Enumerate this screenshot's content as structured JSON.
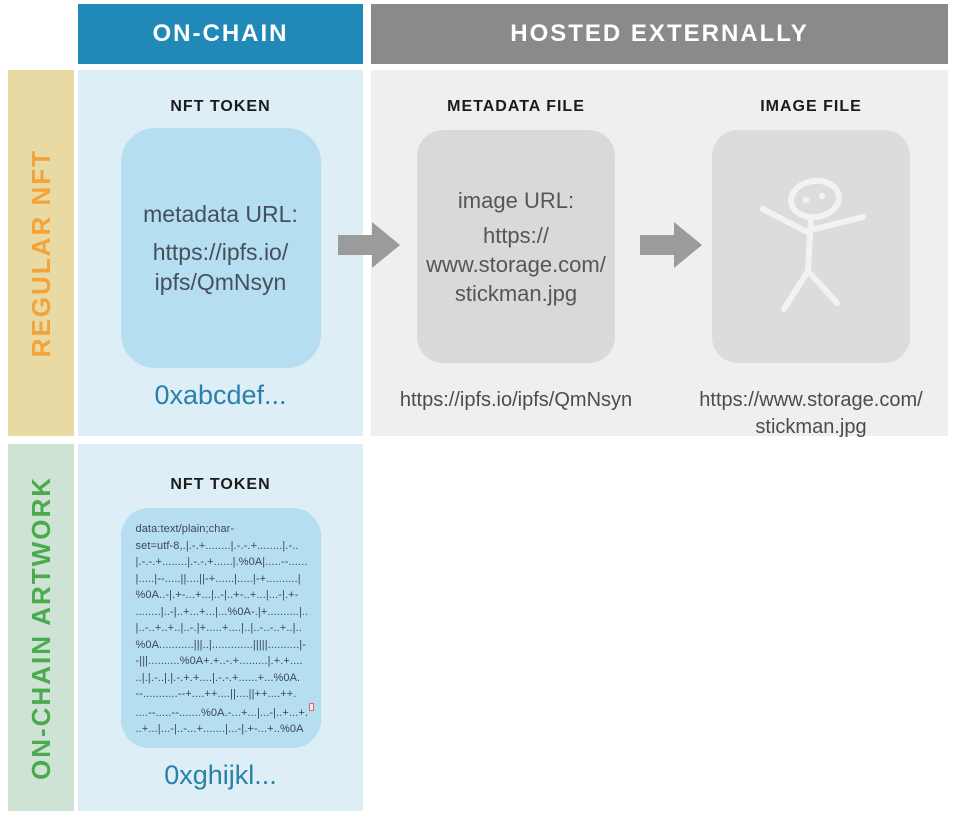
{
  "header": {
    "on_chain_label": "ON-CHAIN",
    "hosted_label": "HOSTED EXTERNALLY"
  },
  "regular_row": {
    "side_label": "REGULAR NFT",
    "token": {
      "heading": "NFT TOKEN",
      "field_label": "metadata URL:",
      "url_line1": "https://ipfs.io/",
      "url_line2": "ipfs/QmNsyn",
      "address": "0xabcdef..."
    },
    "metadata": {
      "heading": "METADATA FILE",
      "field_label": "image URL:",
      "url_line1": "https://",
      "url_line2": "www.storage.com/",
      "url_line3": "stickman.jpg",
      "caption": "https://ipfs.io/ipfs/QmNsyn"
    },
    "image": {
      "heading": "IMAGE FILE",
      "image_name": "stickman drawing",
      "caption_line1": "https://www.storage.com/",
      "caption_line2": "stickman.jpg"
    }
  },
  "onchain_row": {
    "side_label": "ON-CHAIN ARTWORK",
    "token": {
      "heading": "NFT TOKEN",
      "data_lines": [
        "data:text/plain;char-",
        "set=utf-8,.|.-.+........|.-.-.+........|.-..",
        "|.-.-.+........|.-.-.+......|.%0A|.....--......",
        "|.....|--.....||....||-+......|.....|-+..........|",
        "%0A..-|.+-...+...|..-|..+-..+...|...-|.+-",
        "........|..-|..+...+...|...%0A-.|+..........|..",
        "|..-..+..+..|..-.|+.....+....|..|..-..-..+..|..",
        "%0A...........|||..|.............|||||..........|-",
        "-|||..........%0A+.+..-.+.........|.+.+....",
        "..|.|.-..|.|.-.+.+....|.-.-.+......+...%0A.",
        "--...........--+....++....||....||++....++.",
        "....--.....--.......%0A.-...+...|...-|..+...+.",
        "..+...|...-|..-...+.......|...-|.+-...+..%0A"
      ],
      "address": "0xghijkl..."
    }
  },
  "colors": {
    "header_blue": "#2089b8",
    "header_gray": "#8a8a8a",
    "regular_strip_bg": "#e9daa4",
    "regular_strip_text": "#f2a43a",
    "onchain_strip_bg": "#cfe3d4",
    "onchain_strip_text": "#4aab4e",
    "panel_blue": "#deeef7",
    "panel_gray": "#efefef",
    "token_box_blue": "#b6def1",
    "file_box_gray": "#d9d9d9",
    "address_teal": "#2980a8",
    "arrow_gray": "#9b9b9b"
  }
}
